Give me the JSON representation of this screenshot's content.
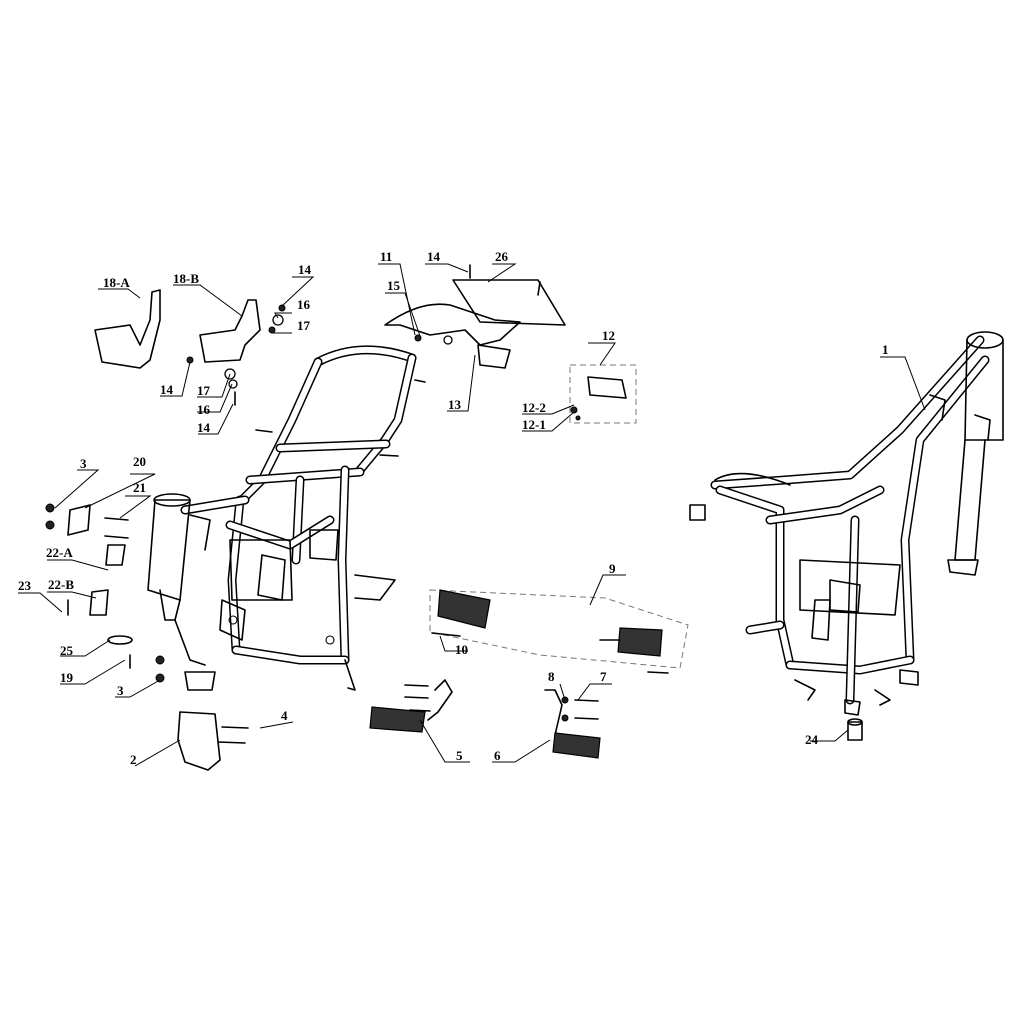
{
  "diagram": {
    "labels": {
      "c1": "1",
      "c2": "2",
      "c3a": "3",
      "c3b": "3",
      "c4": "4",
      "c5": "5",
      "c6": "6",
      "c7": "7",
      "c8": "8",
      "c9": "9",
      "c10": "10",
      "c11": "11",
      "c12": "12",
      "c12_1": "12-1",
      "c12_2": "12-2",
      "c13": "13",
      "c14a": "14",
      "c14b": "14",
      "c14c": "14",
      "c14d": "14",
      "c15": "15",
      "c16a": "16",
      "c16b": "16",
      "c17a": "17",
      "c17b": "17",
      "c18a": "18-A",
      "c18b": "18-B",
      "c19": "19",
      "c20": "20",
      "c21": "21",
      "c22a": "22-A",
      "c22b": "22-B",
      "c23": "23",
      "c24": "24",
      "c25": "25",
      "c26": "26"
    }
  }
}
